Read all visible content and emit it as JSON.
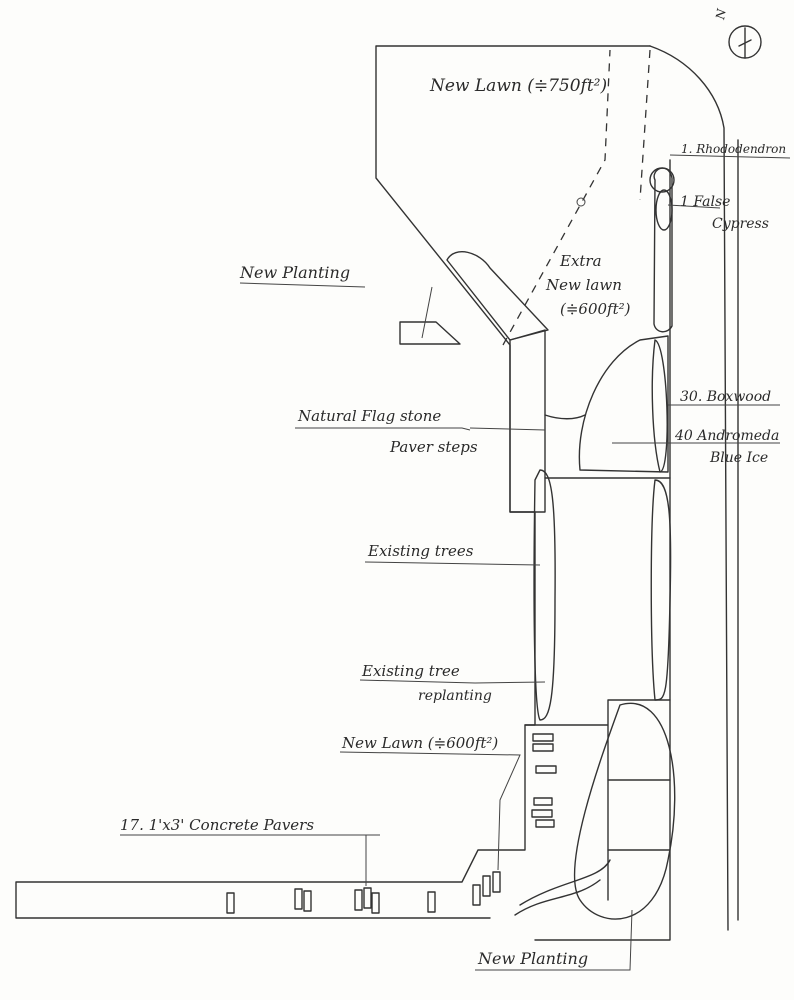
{
  "north_arrow": {
    "symbol": "N"
  },
  "labels": {
    "new_lawn_top": "New Lawn (≑750ft²)",
    "rhododendron": "1. Rhododendron",
    "false_cypress_1": "1  False",
    "false_cypress_2": "Cypress",
    "new_planting_left": "New Planting",
    "extra_lawn_1": "Extra",
    "extra_lawn_2": "New lawn",
    "extra_lawn_3": "(≑600ft²)",
    "flagstone_1": "Natural Flag stone",
    "flagstone_2": "Paver steps",
    "boxwood": "30. Boxwood",
    "andromeda_1": "40  Andromeda",
    "andromeda_2": "Blue Ice",
    "existing_trees": "Existing trees",
    "existing_tree_replanting_1": "Existing tree",
    "existing_tree_replanting_2": "replanting",
    "new_lawn_mid": "New Lawn (≑600ft²)",
    "concrete_pavers": "17.  1'x3'  Concrete Pavers",
    "new_planting_bottom": "New Planting"
  }
}
